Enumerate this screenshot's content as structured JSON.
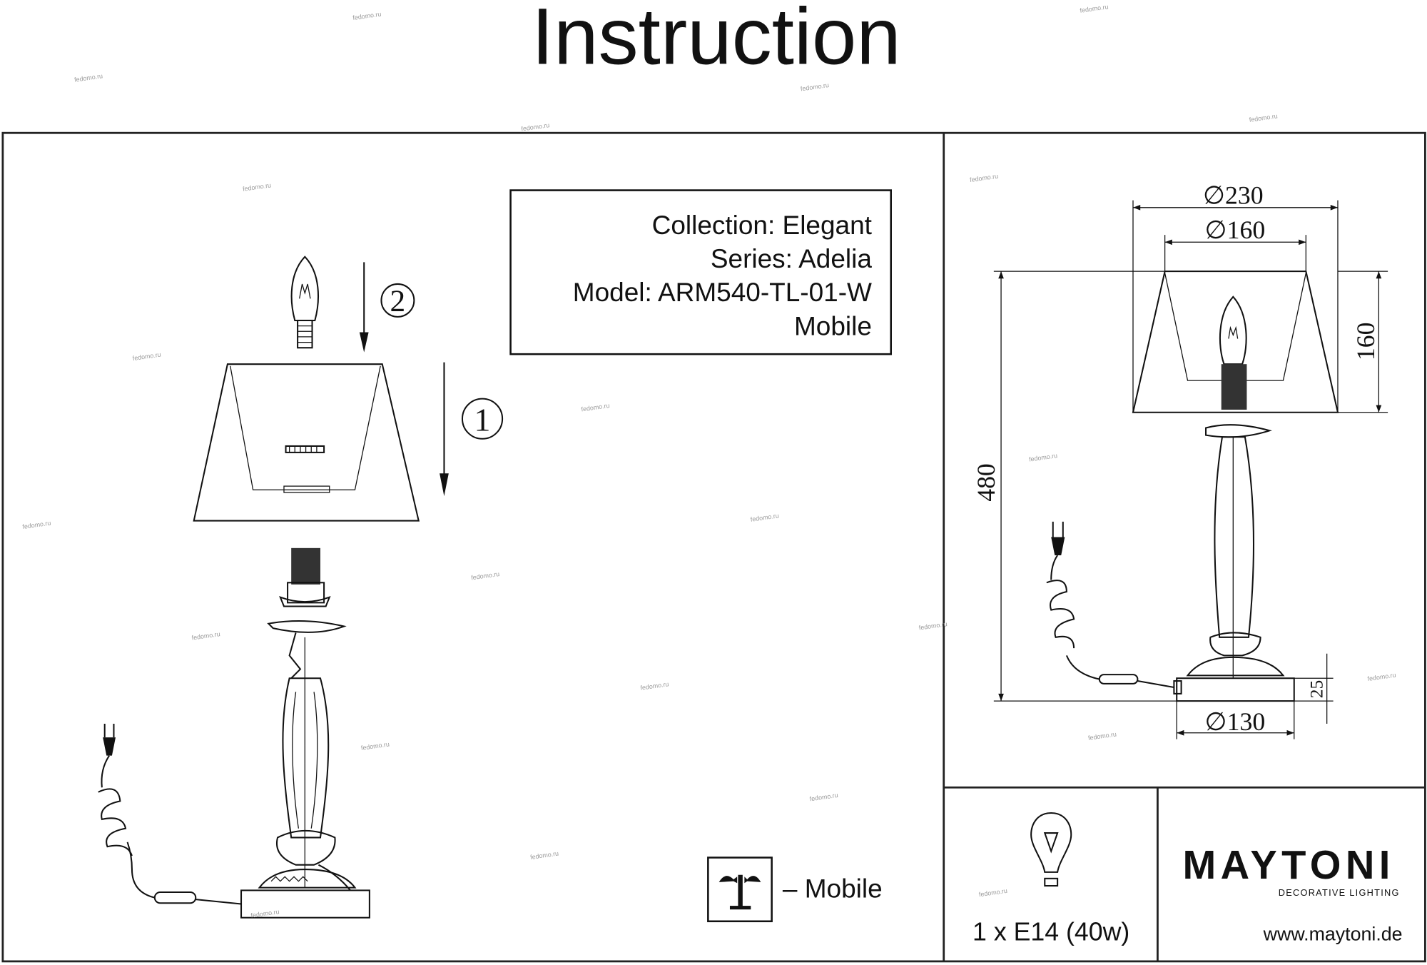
{
  "title": "Instruction",
  "info_box": {
    "collection": "Collection: Elegant",
    "series": "Series: Adelia",
    "model": "Model: ARM540-TL-01-W",
    "type": "Mobile"
  },
  "steps": {
    "step1": "1",
    "step2": "2"
  },
  "legend": {
    "mobile_label": "– Mobile"
  },
  "dimensions": {
    "shade_diameter": "∅230",
    "shade_top_diameter": "∅160",
    "shade_height": "160",
    "total_height": "480",
    "base_height": "25",
    "base_diameter": "∅130"
  },
  "bulb_spec": "1 x E14 (40w)",
  "brand": {
    "name": "MAYTONI",
    "tagline": "DECORATIVE LIGHTING",
    "website": "www.maytoni.de"
  },
  "watermark": "fedomo.ru"
}
